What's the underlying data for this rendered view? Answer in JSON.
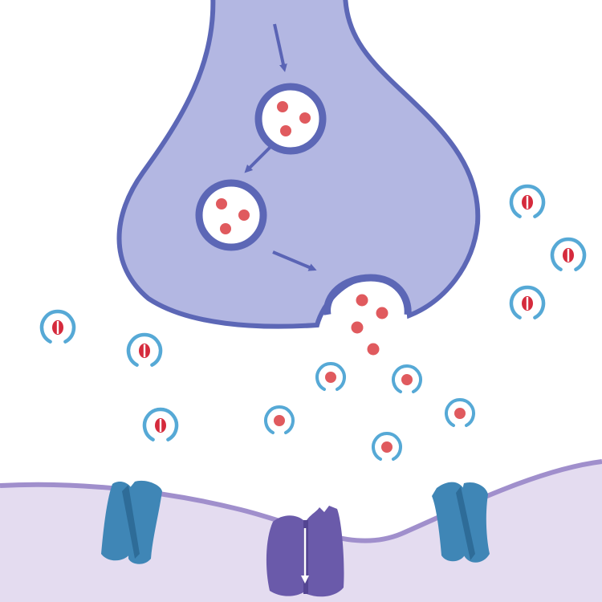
{
  "colors": {
    "background": "#ffffff",
    "terminal_fill": "#b3b7e2",
    "terminal_outline": "#5c67b6",
    "arrow": "#5a64b5",
    "vesicle_fill": "#ffffff",
    "neurotransmitter": "#e05a5e",
    "neurotransmitter_highlight": "#f19a9b",
    "receptor_ring": "#56a9d6",
    "blocker_dot": "#d52a3c",
    "postsynaptic_fill": "#e4dcf0",
    "postsynaptic_membrane": "#a08fcc",
    "side_channel": "#3f86b6",
    "side_channel_dark": "#2e6c98",
    "central_channel": "#6a5aaa",
    "central_channel_dark": "#544592",
    "channel_arrow": "#ffffff"
  },
  "icons": {
    "presynaptic_terminal": "axon-terminal-shape",
    "vesicle": "synaptic-vesicle-icon",
    "neurotransmitter": "neurotransmitter-dot",
    "free_receptor_with_transmitter": "open-ring-with-dot",
    "blocker_bound_receptor": "open-ring-with-split-dot",
    "side_channel": "transmembrane-channel-icon",
    "central_channel": "ligand-gated-ion-channel-icon",
    "flow_arrow": "arrow-icon"
  },
  "diagram": {
    "vesicle_count": 3,
    "released_neurotransmitter_count": 4,
    "free_transmitter_ring_count": 5,
    "blocker_ring_count": 6,
    "side_channel_count": 2,
    "central_channel_count": 1
  }
}
